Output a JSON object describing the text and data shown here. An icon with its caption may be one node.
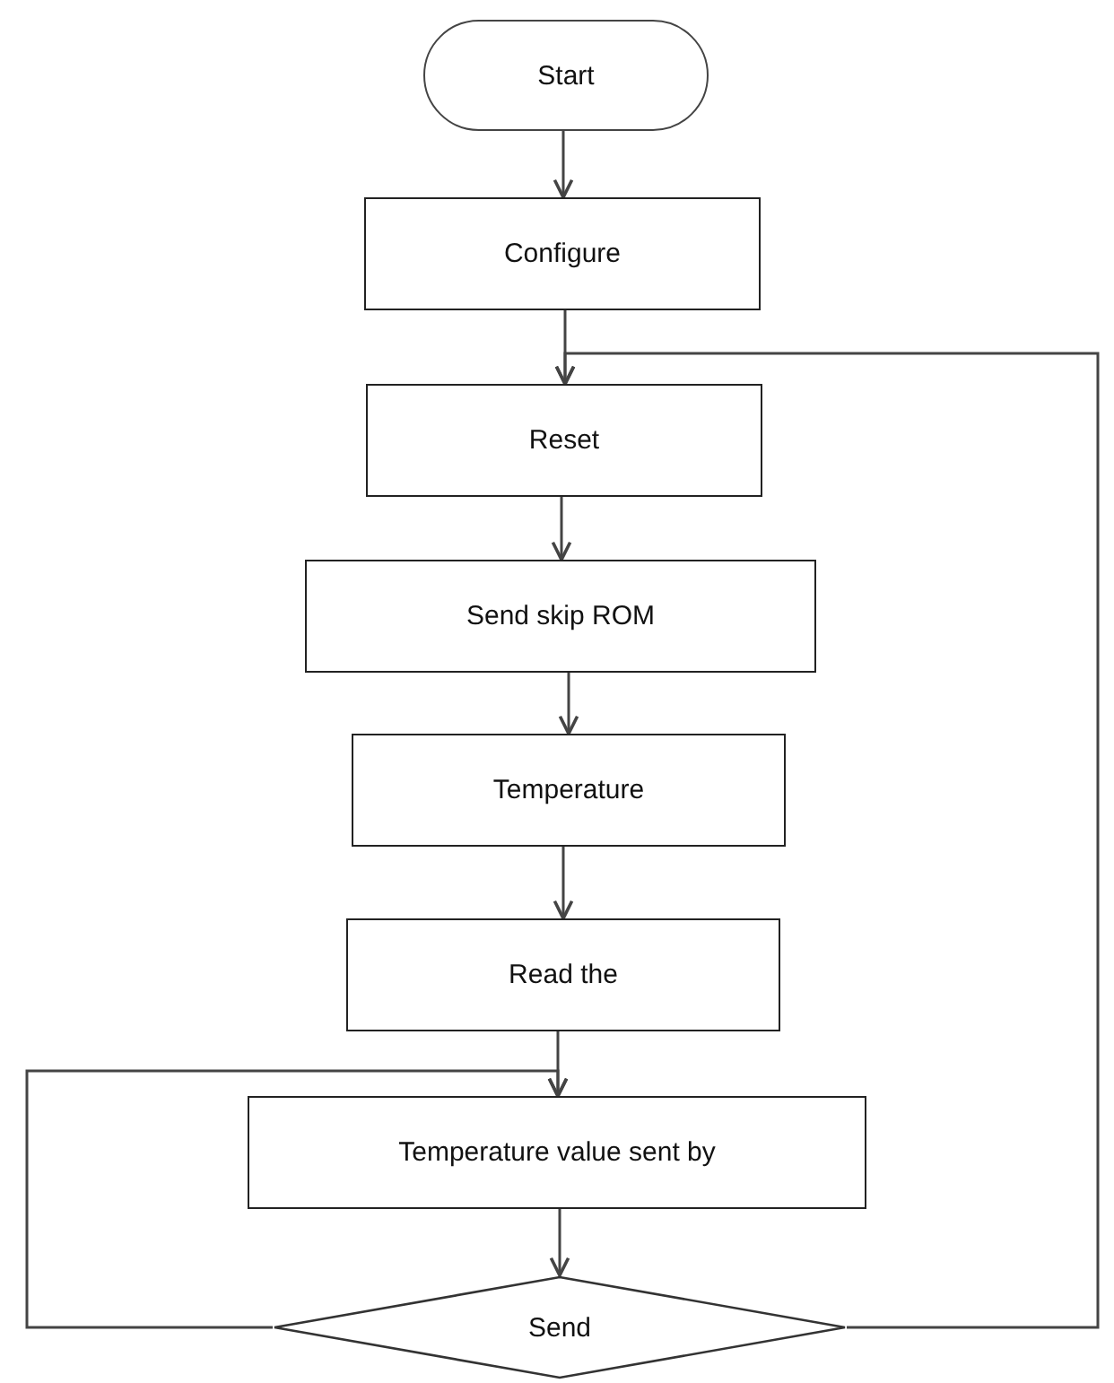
{
  "diagram": {
    "nodes": [
      {
        "text": [
          "Start"
        ]
      },
      {
        "text": [
          "Configure"
        ]
      },
      {
        "text": [
          "Reset"
        ]
      },
      {
        "text": [
          "Send skip ROM"
        ]
      },
      {
        "text": [
          "Temperature"
        ]
      },
      {
        "text": [
          "Read the"
        ]
      },
      {
        "text": [
          "Temperature value sent by"
        ]
      },
      {
        "text": [
          "Send"
        ]
      }
    ],
    "edges": [
      {
        "from": 0,
        "to": 1,
        "arrow": "to"
      },
      {
        "from": 1,
        "to": 2,
        "arrow": "to"
      },
      {
        "from": 2,
        "to": 3,
        "arrow": "to"
      },
      {
        "from": 3,
        "to": 4,
        "arrow": "to"
      },
      {
        "from": 4,
        "to": 5,
        "arrow": "to"
      },
      {
        "from": 5,
        "to": 6,
        "arrow": "to"
      },
      {
        "from": 6,
        "to": 7,
        "arrow": "to"
      },
      {
        "from": 7,
        "to": 2,
        "arrow": "to"
      },
      {
        "from": 7,
        "to": 6,
        "arrow": "to"
      }
    ]
  }
}
